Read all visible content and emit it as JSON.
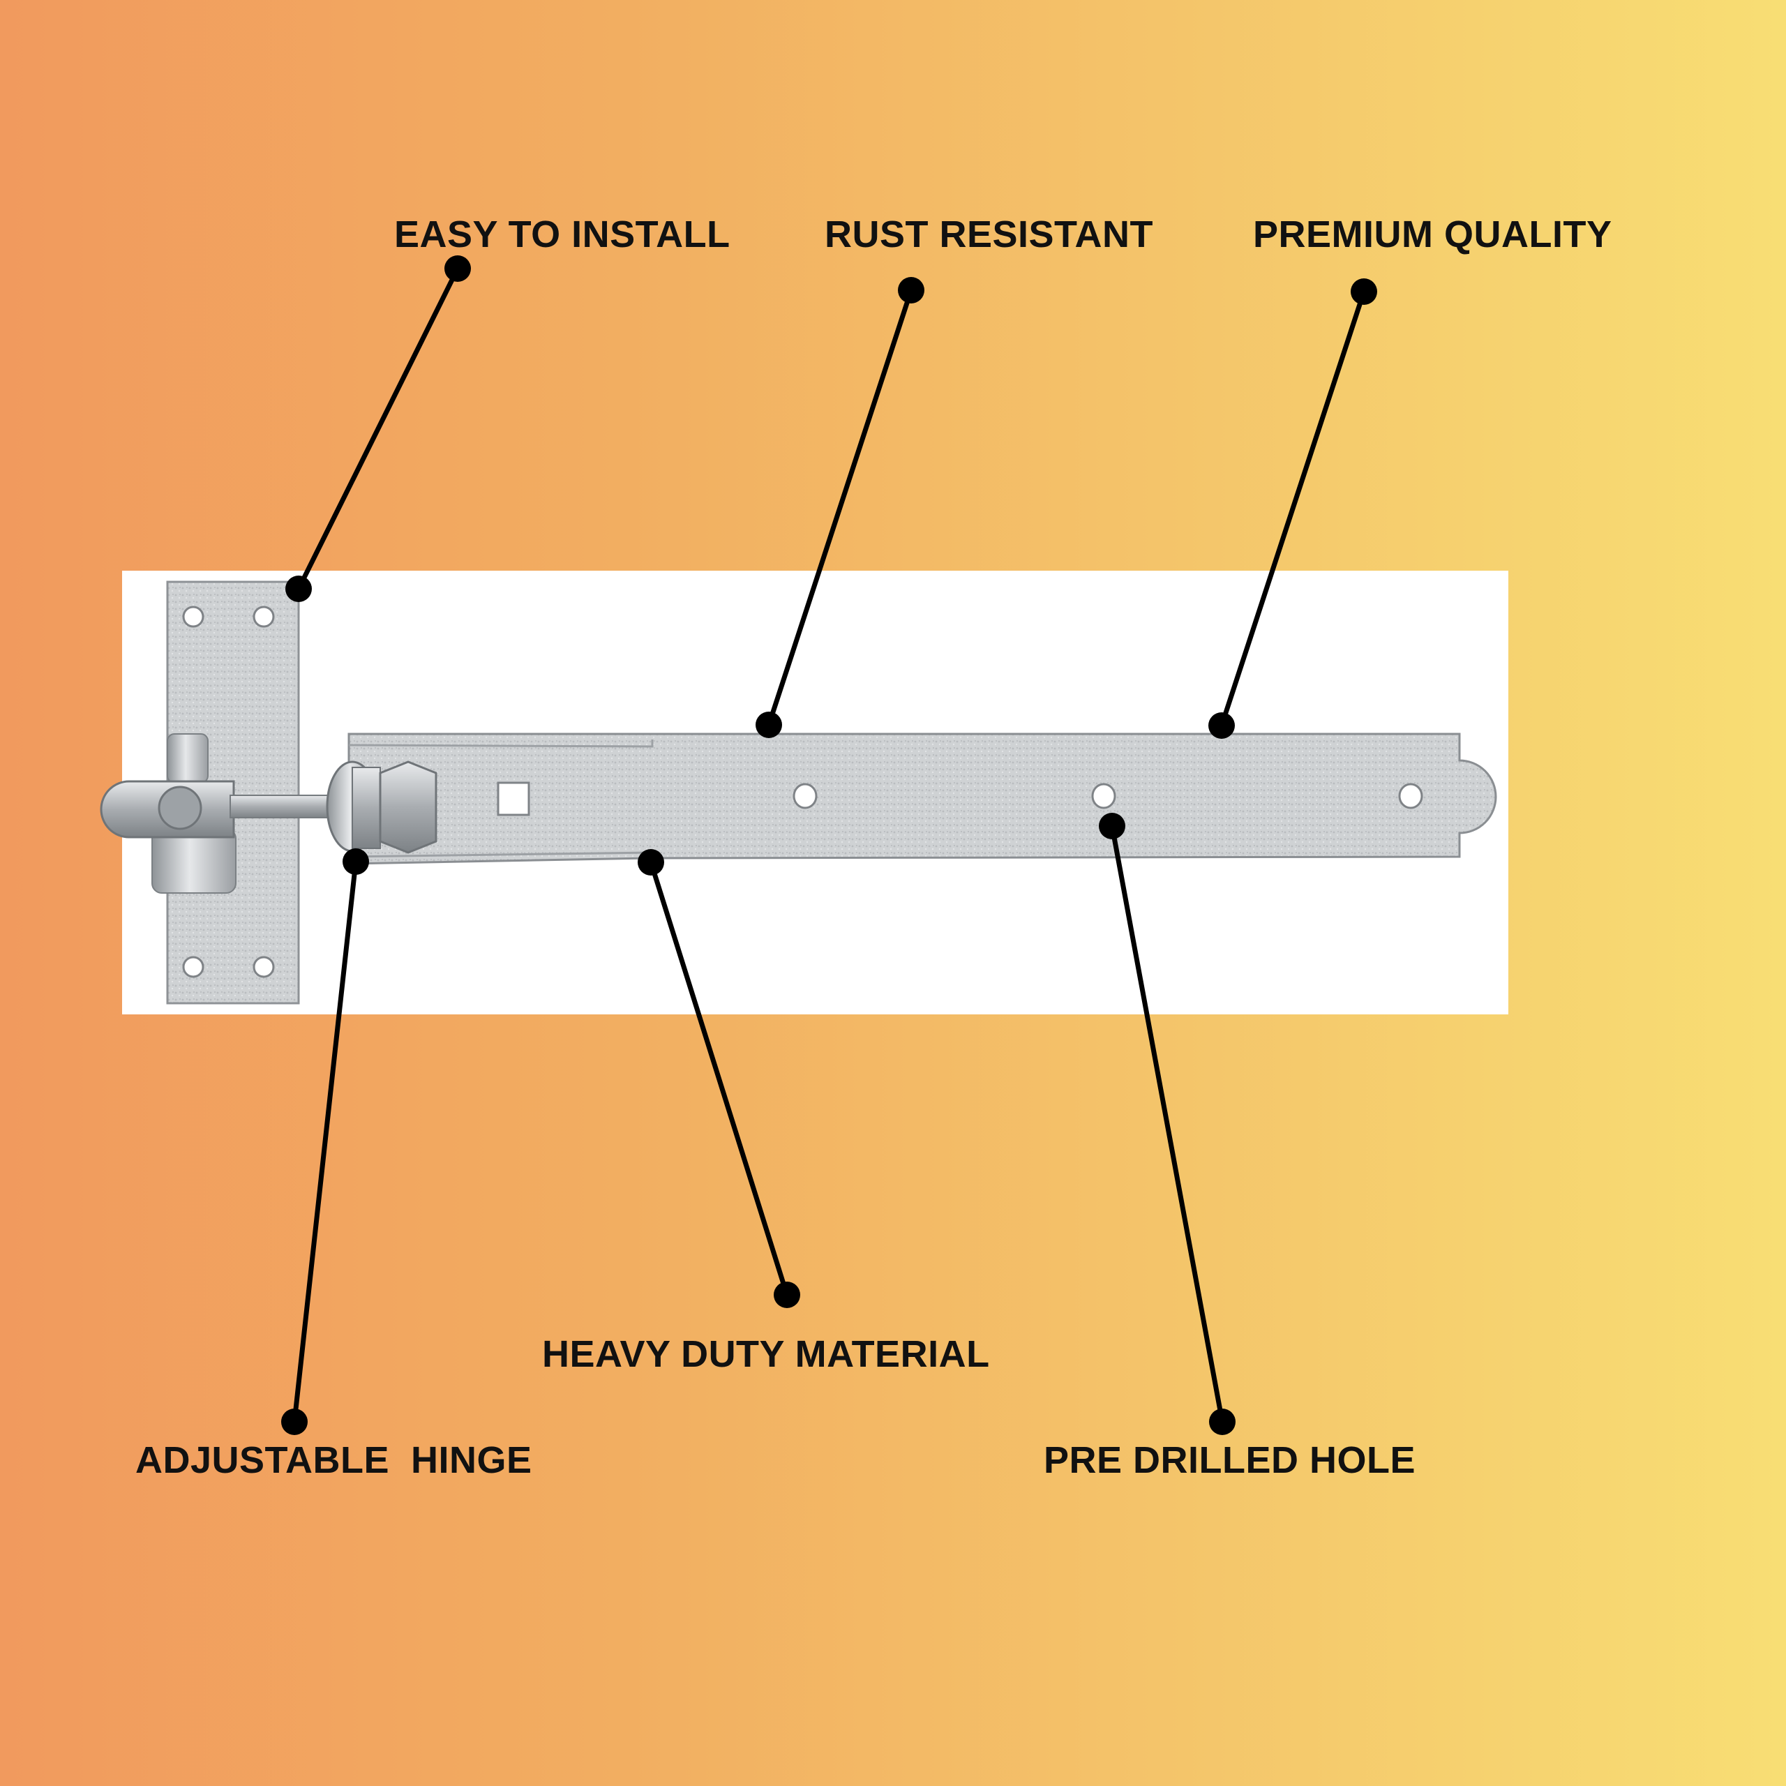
{
  "labels": {
    "easy_to_install": "EASY TO INSTALL",
    "rust_resistant": "RUST RESISTANT",
    "premium_quality": "PREMIUM QUALITY",
    "heavy_duty_material": "HEAVY DUTY MATERIAL",
    "adjustable_hinge": "ADJUSTABLE  HINGE",
    "pre_drilled_hole": "PRE DRILLED HOLE"
  },
  "colors": {
    "background_left": "#f19a5e",
    "background_right": "#f8de74",
    "text": "#111111",
    "leader_line": "#000000",
    "panel": "#ffffff",
    "metal": "#c9ccce"
  },
  "image": {
    "subject": "galvanised adjustable gate hinge with hook plate"
  }
}
